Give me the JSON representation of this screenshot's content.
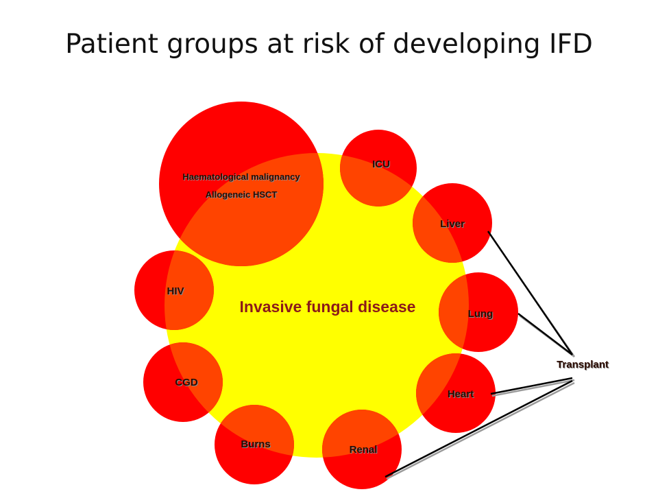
{
  "title": "Patient groups at risk of developing IFD",
  "center": {
    "label": "Invasive fungal disease"
  },
  "groups": {
    "haem_line1": "Haematological malignancy",
    "haem_line2": "Allogeneic HSCT",
    "icu": "ICU",
    "liver": "Liver",
    "lung": "Lung",
    "heart": "Heart",
    "renal": "Renal",
    "burns": "Burns",
    "cgd": "CGD",
    "hiv": "HIV"
  },
  "transplant": {
    "label": "Transplant"
  },
  "colors": {
    "center_fill": "#ffff00",
    "circle_fill": "#ff0000",
    "overlap_fill": "#ff4400",
    "center_text": "#8b1a1a",
    "label_text": "#2a0a00"
  }
}
